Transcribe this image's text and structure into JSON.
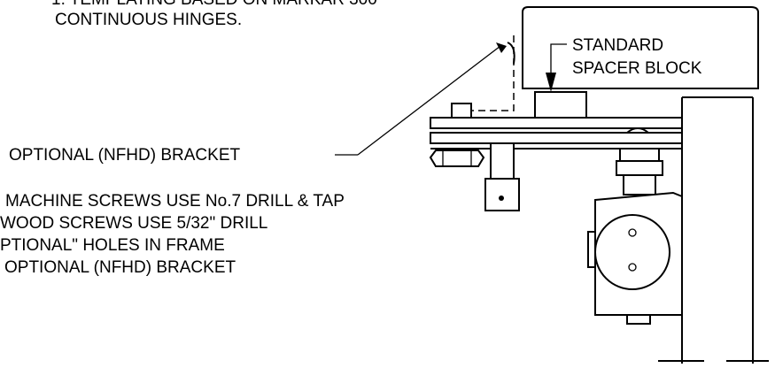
{
  "notes": {
    "line1": "1. TEMPLATING BASED ON MARKAR 300",
    "line2": "CONTINUOUS HINGES."
  },
  "labels": {
    "spacer_line1": "STANDARD",
    "spacer_line2": "SPACER BLOCK",
    "bracket": "OPTIONAL (NFHD) BRACKET"
  },
  "screw_note": {
    "line1": "MACHINE SCREWS USE No.7 DRILL & TAP",
    "line2": "WOOD SCREWS USE 5/32\" DRILL",
    "line3": "PTIONAL\" HOLES IN FRAME",
    "line4": "OPTIONAL (NFHD) BRACKET"
  }
}
